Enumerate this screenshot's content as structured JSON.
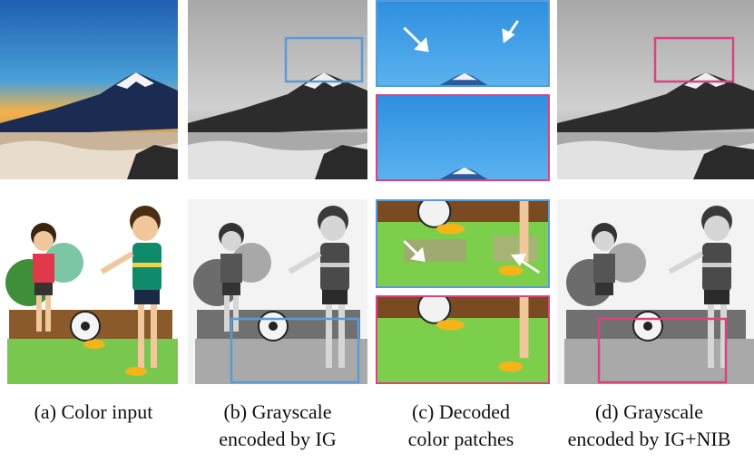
{
  "captions": {
    "a": {
      "line1": "(a) Color input",
      "line2": ""
    },
    "b": {
      "line1": "(b) Grayscale",
      "line2": "encoded by IG"
    },
    "c": {
      "line1": "(c) Decoded",
      "line2": "color patches"
    },
    "d": {
      "line1": "(d) Grayscale",
      "line2": "encoded by IG+NIB"
    }
  },
  "colors": {
    "highlight_blue": "#5b9bd5",
    "highlight_pink": "#d6457d"
  }
}
